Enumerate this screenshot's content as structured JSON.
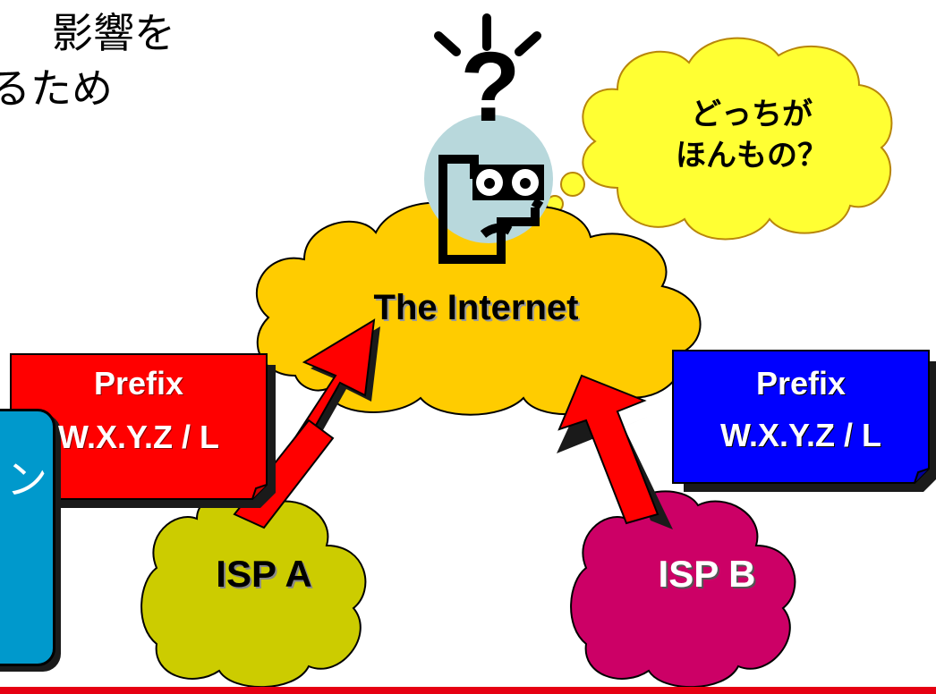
{
  "heading": {
    "line1": "影響を",
    "line2": "るため"
  },
  "side_panel": {
    "glyph": "ン"
  },
  "nodes": {
    "internet": "The Internet",
    "isp_a": "ISP A",
    "isp_b": "ISP B"
  },
  "speech": {
    "line1": "どっちが",
    "line2": "ほんもの？"
  },
  "question_mark": "?",
  "announcements": {
    "left": {
      "line1": "Prefix",
      "line2": "W.X.Y.Z / L"
    },
    "right": {
      "line1": "Prefix",
      "line2": "W.X.Y.Z / L"
    }
  },
  "colors": {
    "internet_cloud": "#ffcc00",
    "isp_a_cloud": "#cccc00",
    "isp_b_cloud": "#cc0066",
    "left_note": "#ff0000",
    "right_note": "#0000ff",
    "speech_cloud": "#ffff33",
    "person_head": "#b8d8dc",
    "side_panel": "#0099cc",
    "bottom_rule": "#e60012"
  }
}
